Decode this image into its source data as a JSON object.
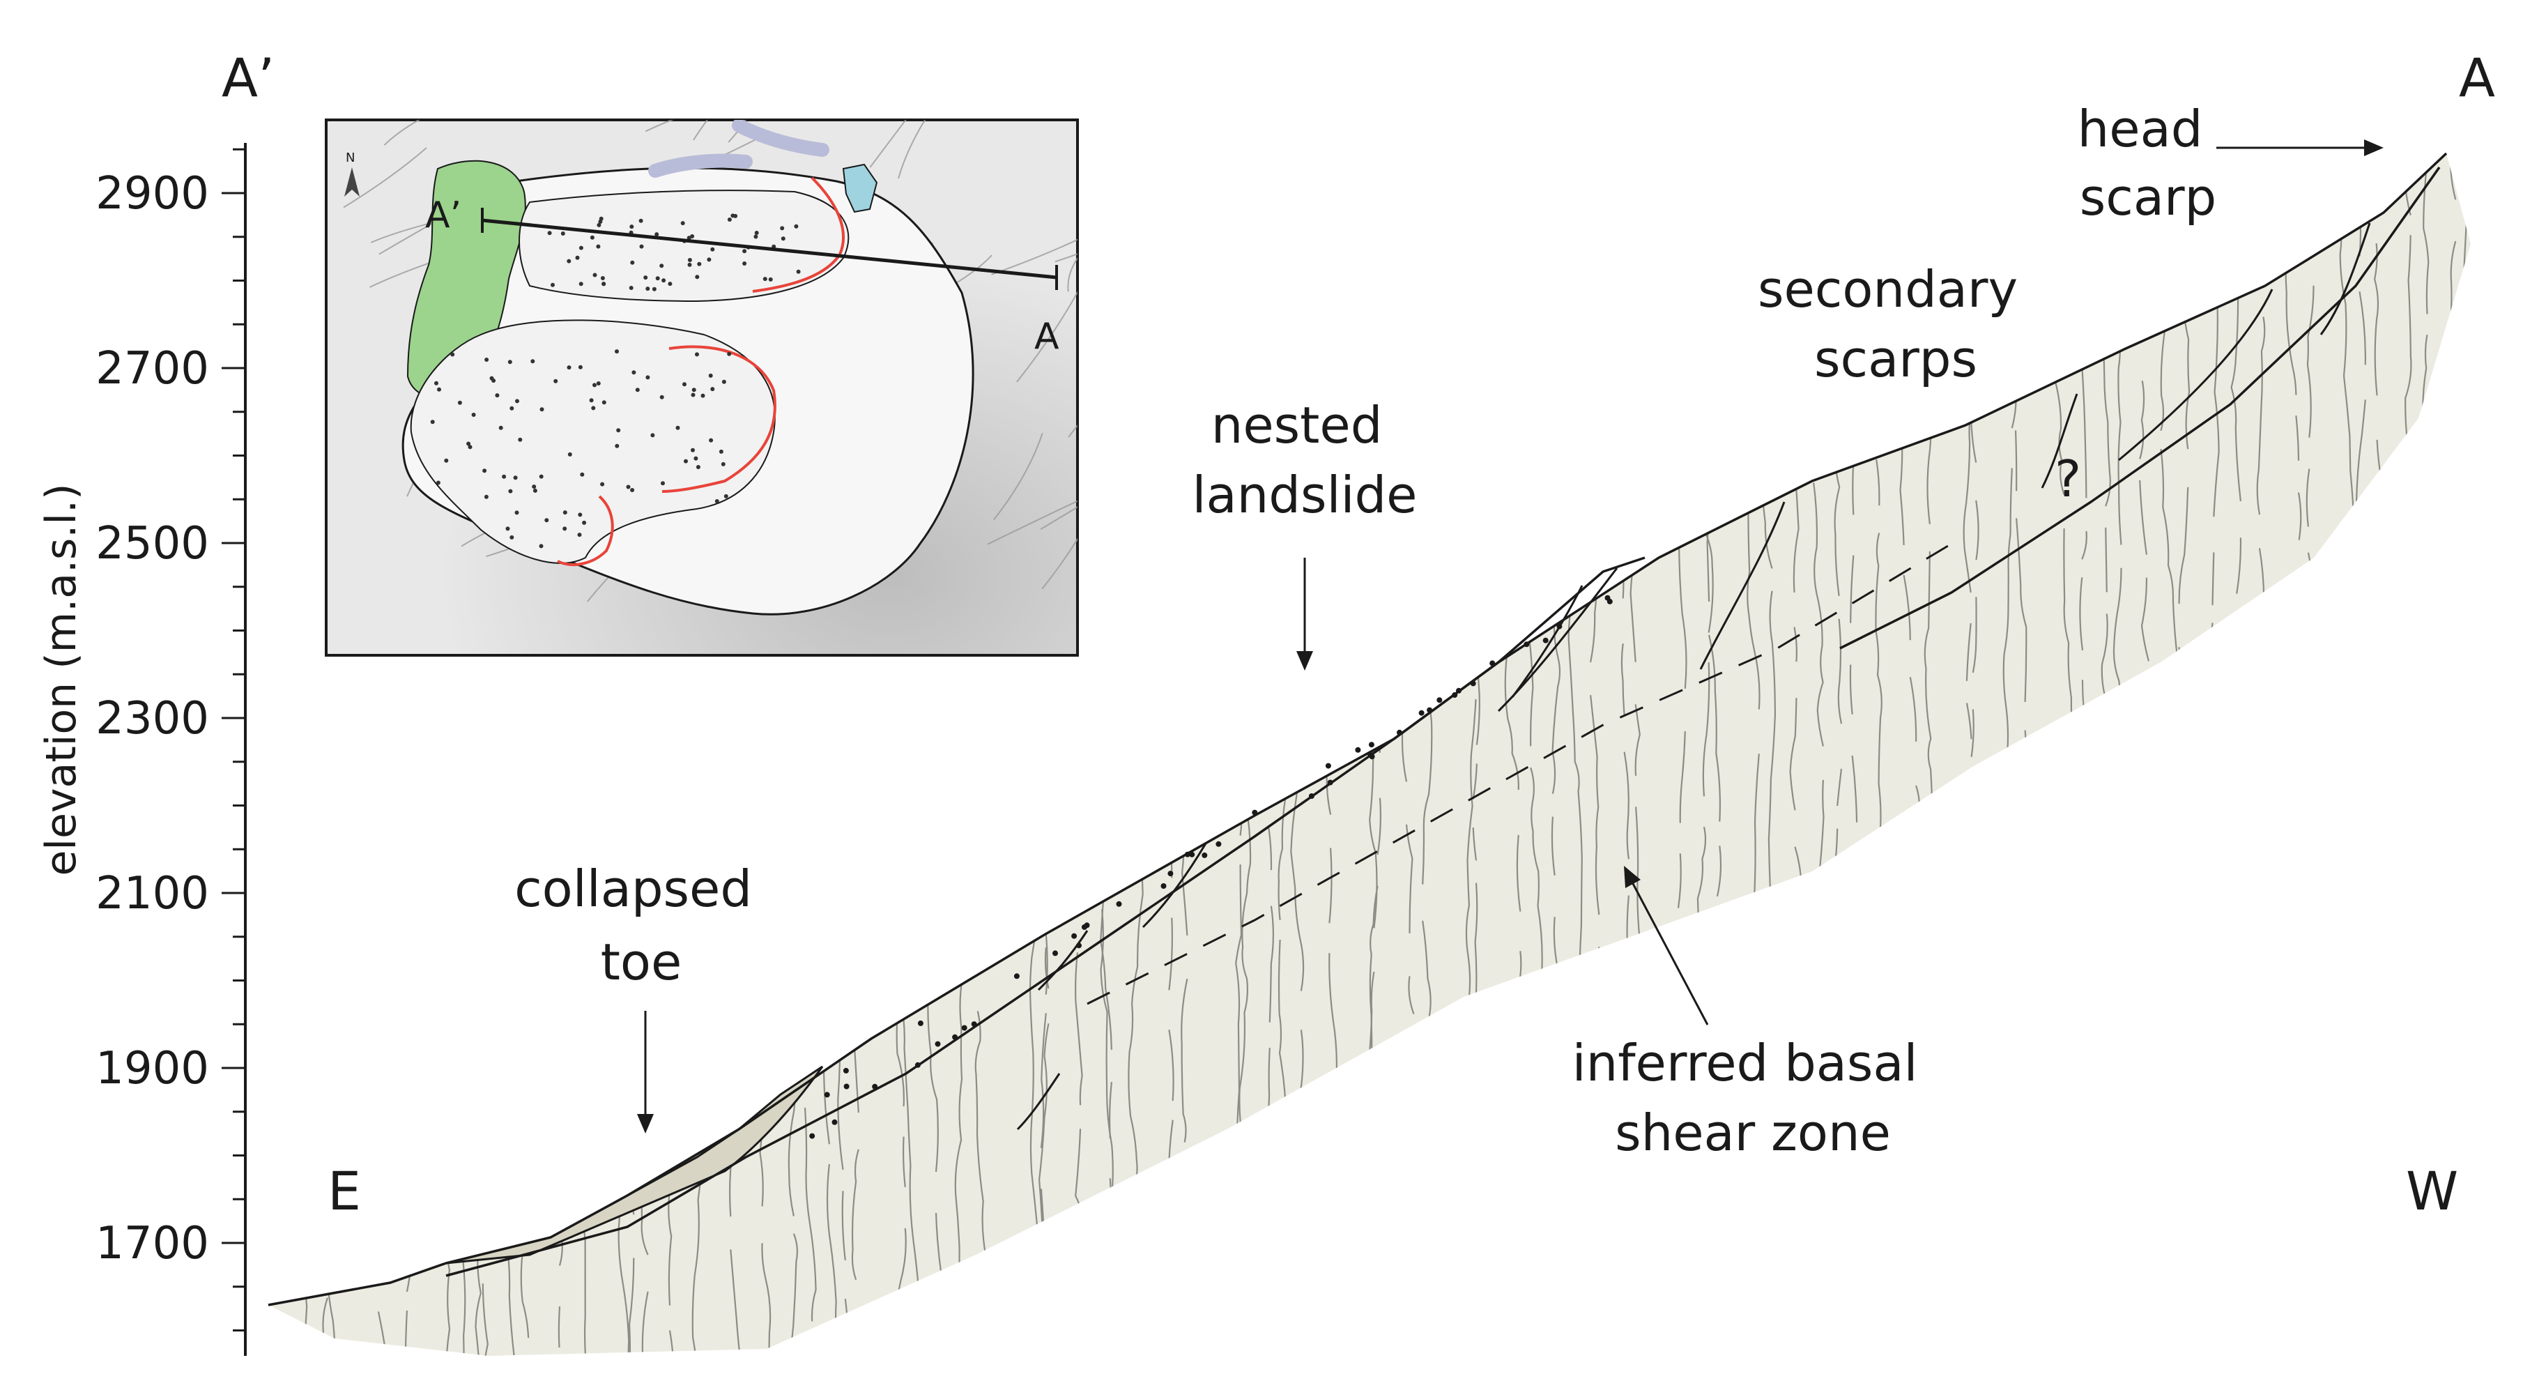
{
  "profile": {
    "start_label": "A’",
    "end_label": "A",
    "east_label": "E",
    "west_label": "W",
    "question_mark": "?"
  },
  "axis": {
    "title": "elevation (m.a.s.l.)",
    "ticks": [
      "2900",
      "2700",
      "2500",
      "2300",
      "2100",
      "1900",
      "1700"
    ],
    "tick_values": [
      2900,
      2700,
      2500,
      2300,
      2100,
      1900,
      1700
    ],
    "range": [
      1620,
      2960
    ]
  },
  "annotations": {
    "head_scarp": [
      "head",
      "scarp"
    ],
    "secondary_scarps": [
      "secondary",
      "scarps"
    ],
    "nested_landslide": [
      "nested",
      "landslide"
    ],
    "collapsed_toe": [
      "collapsed",
      "toe"
    ],
    "basal_shear_zone": [
      "inferred basal",
      "shear zone"
    ]
  },
  "inset": {
    "start_label": "A’",
    "end_label": "A",
    "north_label": "N"
  },
  "colors": {
    "terrain_fill": "#ecebe1",
    "toe_fill": "#d8d5c4",
    "line": "#1a1a1a",
    "hatch": "#8c8c86",
    "inset_green": "#9cd38d",
    "inset_blue": "#9fd3df",
    "inset_lavender": "#b9bcd8",
    "inset_scarp_red": "#e8443a",
    "inset_bg": "#e4e4e4"
  }
}
